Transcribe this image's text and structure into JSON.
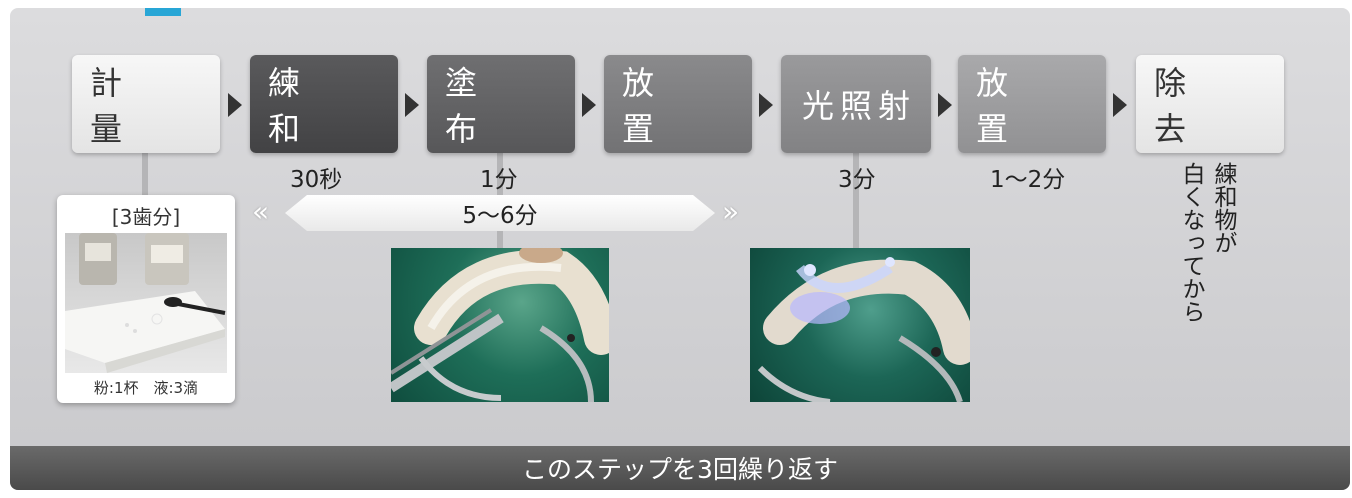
{
  "steps": [
    {
      "label": "計　量"
    },
    {
      "label": "練　和"
    },
    {
      "label": "塗　布"
    },
    {
      "label": "放　置"
    },
    {
      "label": "光照射"
    },
    {
      "label": "放　置"
    },
    {
      "label": "除　去"
    }
  ],
  "times": {
    "mix": "30秒",
    "apply": "1分",
    "light": "3分",
    "rest": "1～2分"
  },
  "range": "5～6分",
  "measure_card": {
    "title": "[3歯分]",
    "caption": "粉:1杯　液:3滴"
  },
  "removal_note": {
    "col1": "練和物が",
    "col2": "白くなってから"
  },
  "footer": "このステップを3回繰り返す",
  "colors": {
    "accent": "#28a6d6",
    "panel": "#d2d2d4",
    "footer": "#555555"
  }
}
